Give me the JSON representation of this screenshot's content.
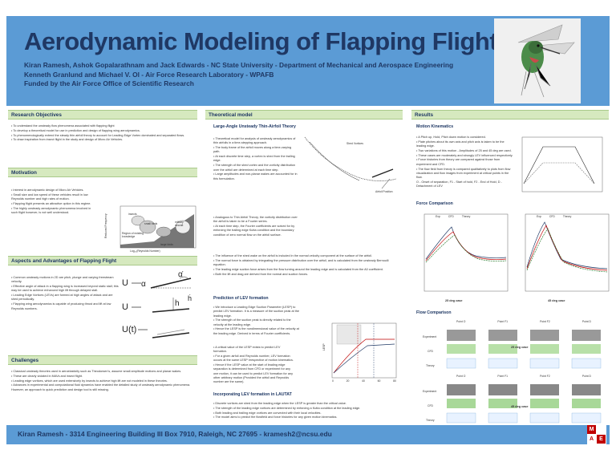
{
  "header": {
    "title": "Aerodynamic Modeling of Flapping Flight",
    "authors_line1": "Kiran Ramesh, Ashok Gopalarathnam and Jack Edwards - NC State University - Department of Mechanical and Aerospace Engineering",
    "authors_line2": "Kenneth Granlund and Michael V. Ol - Air Force Research Laboratory - WPAFB",
    "funded": "Funded by the Air Force Office of Scientific Research"
  },
  "objectives": {
    "heading": "Research Objectives",
    "bullets": [
      "To understand the unsteady flow phenomena associated with flapping flight",
      "To develop a theoretical model for use in prediction and design of flapping wing aerodynamics.",
      "To phenomenologically extend the steady thin airfoil theory to account for Leading Edge Vortex dominated and separated flows.",
      "To draw inspiration from insect flight in the study and design of Micro Air Vehicles."
    ]
  },
  "motivation": {
    "heading": "Motivation",
    "bullets": [
      "Interest in aerodynamic design of Micro Air Vehicles.",
      "Small size and low speed of these vehicles result in low Reynolds number and high rates of motion.",
      "Flapping flight presents an attractive option in this regime.",
      "The highly unsteady aerodynamic phenomena involved in such flight however, is not well understood."
    ],
    "chart_labels": {
      "xlabel": "Log₁₀(Reynolds Number)",
      "ylabel": "Reduced Frequency",
      "regions": [
        "large birds",
        "small birds",
        "insects",
        "Region of existing knowledge",
        "military aircraft"
      ]
    }
  },
  "aspects": {
    "heading": "Aspects and Advantages of Flapping Flight",
    "bullets": [
      "Common unsteady motions in 2D are pitch, plunge and varying freestream velocity.",
      "Effective angle of attack in a flapping wing is increased beyond static stall; this may be used to achieve enhanced high lift through delayed stall.",
      "Leading Edge Vortices (LEVs) are formed at high angles of attack and are shed periodically.",
      "Flapping wing aerodynamics is capable of producing thrust and lift at low Reynolds numbers."
    ],
    "motion_labels": [
      "U",
      "α",
      "α̇",
      "U",
      "h",
      "ḣ",
      "U(t)"
    ]
  },
  "challenges": {
    "heading": "Challenges",
    "bullets": [
      "Classical unsteady theories used in aeroelasticity such as Theodorsen's, assume small amplitude motions and planar wakes.",
      "These are clearly violated in MAVs and insect flight.",
      "Leading edge vortices, which are used extensively by insects to achieve high lift are not modeled in these theories.",
      "Advances in experimental and computational fluid dynamics have enabled the detailed study of unsteady aerodynamic phenomena. However, an approach to quick prediction and design tool is still missing."
    ]
  },
  "theory": {
    "heading": "Theoretical model",
    "sub1": "Large-Angle Unsteady Thin-Airfoil Theory",
    "bullets1": [
      "Theoretical model for analysis of unsteady aerodynamics of thin airfoils in a time-stepping approach.",
      "The body frame of the airfoil moves along a time-varying path.",
      "At each discrete time step, a vortex is shed from the trailing edge.",
      "The strength of the shed vortex and the vorticity distribution over the airfoil are determined at each time step.",
      "Large amplitudes and non-planar wakes are accounted for in this formulation."
    ],
    "bullets1b": [
      "Analogous to Thin Airfoil Theory, the vorticity distribution over the airfoil is taken to be a Fourier series.",
      "At each time step, the Fourier coefficients are solved for by enforcing the trailing edge Kutta condition and the boundary condition of zero normal flow on the airfoil surface.",
      "The influence of the shed wake on the airfoil is included in the normal velocity component at the surface of the airfoil.",
      "The normal force is obtained by integrating the pressure distribution over the airfoil, and is calculated from the unsteady Bernoulli equation.",
      "The leading edge suction force arises from the flow turning around the leading edge and is calculated from the A0 coefficient.",
      "Both the lift and drag are derived from the normal and suction forces."
    ],
    "diagram_labels": [
      "Shed Vortices",
      "Airfoil Position"
    ],
    "sub2": "Prediction of LEV formation",
    "bullets2": [
      "We introduce a Leading Edge Suction Parameter (LESP) to predict LEV formation. It is a measure of the suction peak at the leading edge.",
      "The strength of the suction peak is directly related to the velocity at the leading edge.",
      "Hence the LESP is the nondimensional value of the velocity at the leading edge. Derived in terms of Fourier coefficients.",
      "A critical value of the LESP exists to predict LEV formation.",
      "For a given airfoil and Reynolds number, LEV formation occurs at the same LESP irrespective of motion kinematics.",
      "Hence if the LESP value at the start of leading edge separation is determined from CFD or experiment for any one motion, it can be used to predict LEV formation for any other arbitrary motion (Provided the airfoil and Reynolds number are the same)."
    ],
    "lesp_ylabel": "LESP",
    "lesp_xticks": [
      "0",
      "20",
      "40",
      "60",
      "80"
    ],
    "sub3": "Incorporating LEV formation in LAUTAT",
    "bullets3": [
      "Discrete vortices are shed from the leading edge when the LESP is greater than the critical value.",
      "The strength of the leading edge vortices are determined by enforcing a Kutta condition at the leading edge.",
      "Both leading and trailing edge vortices are convected with their local velocities.",
      "The model aims to predict the flowfield and force histories for any given motion kinematics."
    ]
  },
  "results": {
    "heading": "Results",
    "sub1": "Motion Kinematics",
    "bullets1": [
      "A Pitch up, Hold, Pitch down motion is considered.",
      "Plate pitches about its own axis and pitch axis is taken to be the leading edge.",
      "Two variations of this motion - Amplitudes of 25 and 45 deg are used.",
      "These cases are moderately and strongly LEV influenced respectively.",
      "Force histories from theory are compared against those from experiment and CFD.",
      "The flow field from theory is compared qualitatively to plots from flow visualization and flow images from experiment at critical points in the flow."
    ],
    "legend_line": "O - Onset of separation, F1 - Start of hold, F2 - End of Hold, D - Detachment of LEV",
    "sub2": "Force Comparison",
    "force_legend": [
      "Exp",
      "CFD",
      "Theory"
    ],
    "case25": "25 deg case",
    "case45": "45 deg case",
    "sub3": "Flow Comparison",
    "flow_cols": [
      "Point O",
      "Point F1",
      "Point F2",
      "Point D"
    ],
    "flow_rows": [
      "Experiment",
      "CFD",
      "Theory"
    ]
  },
  "footer": {
    "text": "Kiran Ramesh  -  3314 Engineering Building III  Box 7910,  Raleigh,  NC 27695  -  kramesh2@ncsu.edu",
    "logo": [
      "M",
      "A",
      "E",
      ""
    ]
  },
  "colors": {
    "banner": "#5b9bd5",
    "title": "#1f3864",
    "section": "#d6e9bf",
    "logo": "#c00000"
  }
}
